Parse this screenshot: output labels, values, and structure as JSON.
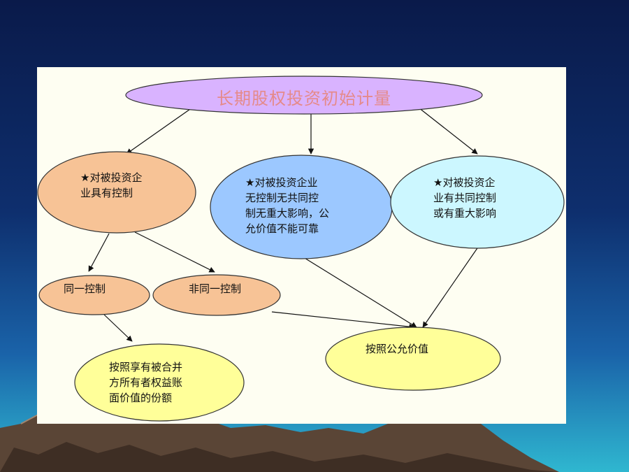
{
  "title": "长期股权投资初始计量",
  "nodes": {
    "control": "★对被投资企\n业具有控制",
    "no_control": "★对被投资企业\n无控制无共同控\n制无重大影响，公\n允价值不能可靠",
    "joint_control": "★对被投资企\n业有共同控制\n或有重大影响",
    "same_control": "同一控制",
    "non_same_control": "非同一控制",
    "book_value_share": "按照享有被合并\n方所有者权益账\n面价值的份额",
    "fair_value": "按照公允价值"
  },
  "colors": {
    "title_ellipse": "#d9b3ff",
    "control": "#f7c396",
    "no_control": "#9cc8ff",
    "joint_control": "#ccf7ff",
    "same_control": "#f7c396",
    "non_same_control": "#f7c396",
    "book_value_share": "#ffff99",
    "fair_value": "#ffff99"
  }
}
